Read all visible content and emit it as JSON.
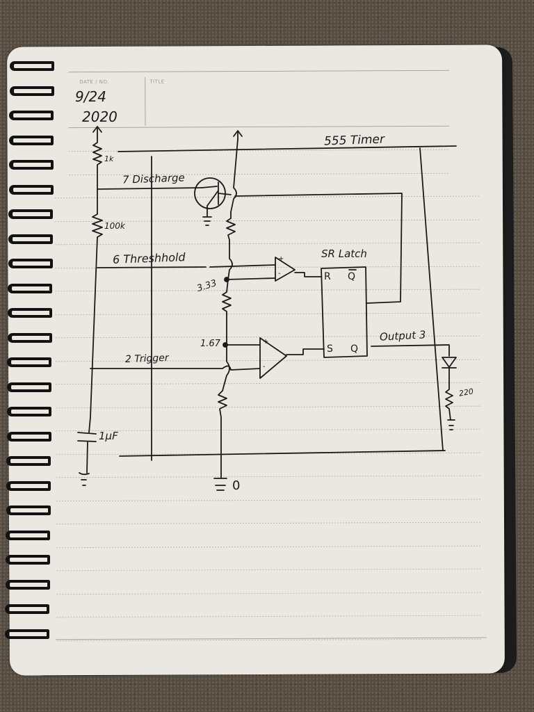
{
  "notebook": {
    "header": {
      "date_label": "DATE / NO.",
      "title_label": "TITLE",
      "date_line1": "9/24",
      "date_line2": "2020"
    },
    "ruled_lines": 22,
    "spiral_coils": 24
  },
  "circuit": {
    "title": "555 Timer",
    "components": {
      "r1": "1k",
      "r2": "100k",
      "capacitor": "1μF",
      "led_resistor": "220",
      "latch": "SR Latch",
      "latch_r": "R",
      "latch_s": "S",
      "latch_qbar": "Q",
      "latch_q": "Q",
      "comp_plus": "+",
      "comp_minus": "-"
    },
    "pins": {
      "discharge": "7 Discharge",
      "threshold": "6 Threshhold",
      "trigger": "2 Trigger",
      "output": "Output 3",
      "ground": "0"
    },
    "voltages": {
      "upper": "3.33",
      "lower": "1.67"
    }
  },
  "colors": {
    "ink": "#1a1a1a",
    "paper": "#ebe8e2",
    "fabric": "#574e43"
  }
}
